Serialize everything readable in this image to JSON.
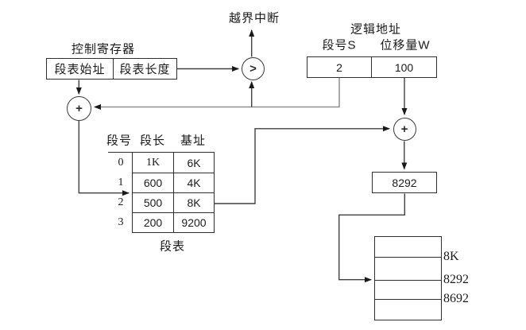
{
  "diagram": {
    "interrupt_label": "越界中断",
    "control_register": {
      "title": "控制寄存器",
      "cells": {
        "start": "段表始址",
        "length": "段表长度"
      }
    },
    "logical_address": {
      "title": "逻辑地址",
      "segment_label": "段号S",
      "displacement_label": "位移量W",
      "segment_value": "2",
      "displacement_value": "100"
    },
    "comparator_symbol": ">",
    "adder_symbol": "+",
    "segment_table": {
      "caption": "段表",
      "headers": {
        "no": "段号",
        "length": "段长",
        "base": "基址"
      },
      "rows": [
        {
          "no": "0",
          "length": "1K",
          "base": "6K"
        },
        {
          "no": "1",
          "length": "600",
          "base": "4K"
        },
        {
          "no": "2",
          "length": "500",
          "base": "8K"
        },
        {
          "no": "3",
          "length": "200",
          "base": "9200"
        }
      ]
    },
    "physical_address": "8292",
    "memory": {
      "labels": [
        "8K",
        "8292",
        "8692"
      ]
    },
    "colors": {
      "line": "#404040",
      "gray_line": "#8f8f8f",
      "arrow": "#1a1a1a",
      "text": "#1a1a1a"
    }
  }
}
